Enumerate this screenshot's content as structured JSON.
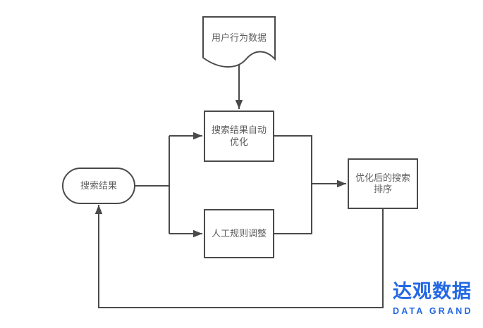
{
  "colors": {
    "line": "#4a4a4a",
    "text": "#5f5f5f",
    "brand": "#2368e4"
  },
  "nodes": {
    "user_behavior": {
      "label": "用户行为数据",
      "shape": "document"
    },
    "auto_optimize": {
      "label": "搜索结果自动优化",
      "shape": "rectangle"
    },
    "search_result": {
      "label": "搜索结果",
      "shape": "rounded"
    },
    "manual_rules": {
      "label": "人工规则调整",
      "shape": "rectangle"
    },
    "optimized_ranking": {
      "label": "优化后的搜索排序",
      "shape": "rectangle"
    }
  },
  "edges": [
    {
      "from": "user_behavior",
      "to": "auto_optimize",
      "arrow": true
    },
    {
      "from": "search_result",
      "to": "auto_optimize",
      "arrow": true
    },
    {
      "from": "search_result",
      "to": "manual_rules",
      "arrow": true
    },
    {
      "from": "auto_optimize",
      "to": "optimized_ranking",
      "arrow": true
    },
    {
      "from": "manual_rules",
      "to": "optimized_ranking",
      "arrow": true
    },
    {
      "from": "optimized_ranking",
      "to": "search_result",
      "arrow": true
    }
  ],
  "logo": {
    "title": "达观数据",
    "subtitle": "DATA GRAND"
  }
}
